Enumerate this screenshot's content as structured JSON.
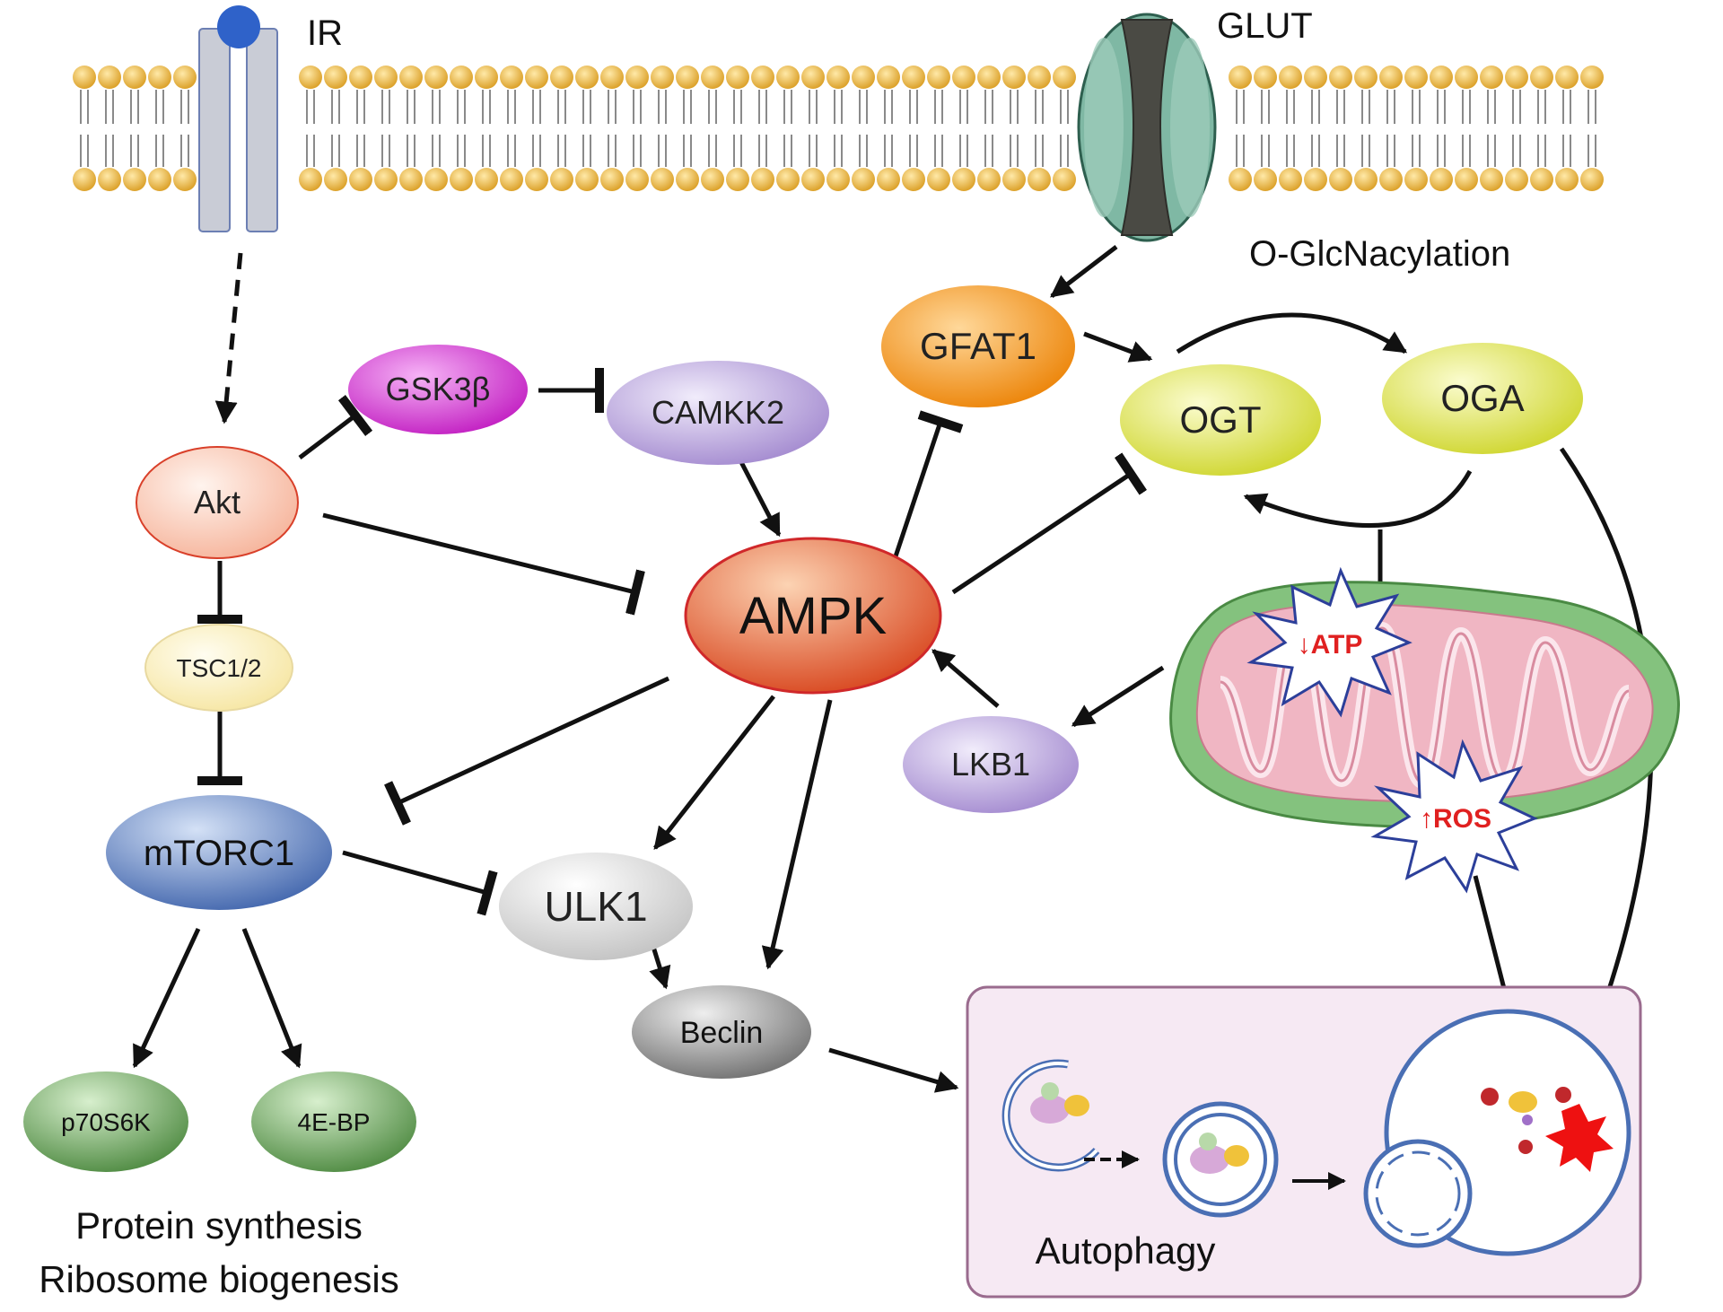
{
  "labels": {
    "ir": "IR",
    "glut": "GLUT",
    "o_glcnacylation": "O-GlcNacylation",
    "akt": "Akt",
    "gsk3b": "GSK3β",
    "camkk2": "CAMKK2",
    "gfat1": "GFAT1",
    "ogt": "OGT",
    "oga": "OGA",
    "ampk": "AMPK",
    "tsc12": "TSC1/2",
    "mtorc1": "mTORC1",
    "ulk1": "ULK1",
    "beclin": "Beclin",
    "lkb1": "LKB1",
    "p70s6k": "p70S6K",
    "ebp": "4E-BP",
    "atp": "↓ATP",
    "ros": "↑ROS",
    "autophagy": "Autophagy",
    "output_line1": "Protein synthesis",
    "output_line2": "Ribosome biogenesis"
  },
  "colors": {
    "membrane_head": "#e8b23a",
    "receptor": "#c9ccd6",
    "ligand": "#2f62c9",
    "glut": "#7fb8a4",
    "akt": "#f7c4ae",
    "gsk3b": "#d63fd6",
    "camkk2": "#b8a3dc",
    "gfat1": "#f29a1f",
    "ogt_oga": "#dfe66a",
    "ampk": "#e4553a",
    "tsc12": "#fbefb0",
    "mtorc1": "#5d7fbf",
    "ulk1": "#d9d9d9",
    "beclin": "#8c8c8c",
    "lkb1": "#b8a3dc",
    "green_node": "#5d9950",
    "mito_outer": "#7fbf7a",
    "mito_inner": "#f0b6c3",
    "autophagy_box": "#f6e9f3",
    "burst_text": "#e02020"
  }
}
